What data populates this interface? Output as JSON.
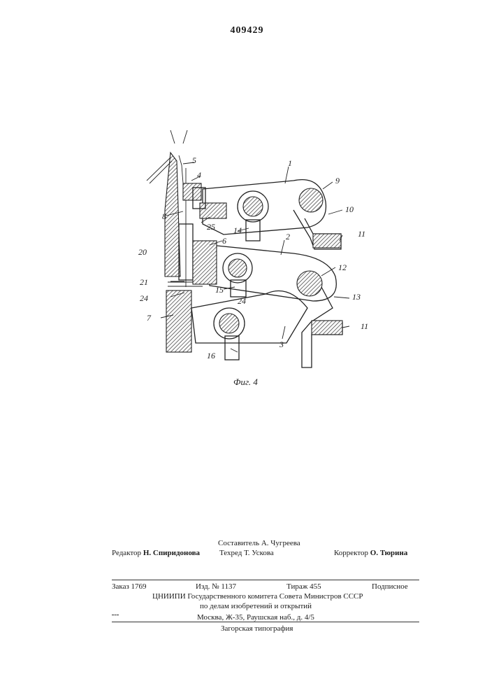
{
  "header": {
    "patent_number": "409429"
  },
  "figure": {
    "caption": "Фиг. 4",
    "labels": {
      "l1": "1",
      "l2": "2",
      "l3": "3",
      "l4": "4",
      "l5": "5",
      "l6": "6",
      "l7": "7",
      "l8": "8",
      "l9": "9",
      "l10": "10",
      "l11a": "11",
      "l11b": "11",
      "l12": "12",
      "l13": "13",
      "l14": "14",
      "l15": "15",
      "l16": "16",
      "l20": "20",
      "l21": "21",
      "l24a": "24",
      "l24b": "24",
      "l25": "25"
    }
  },
  "imprint": {
    "compiler": "Составитель А. Чугреева",
    "editor_label": "Редактор",
    "editor_name": "Н. Спиридонова",
    "techred": "Техред Т. Ускова",
    "corrector_label": "Корректор",
    "corrector_name": "О. Тюрина",
    "order": "Заказ 1769",
    "edition": "Изд. № 1137",
    "print_run": "Тираж 455",
    "subscription": "Подписное",
    "org_line1": "ЦНИИПИ Государственного комитета Совета Министров СССР",
    "org_line2": "по делам изобретений и открытий",
    "address": "Москва, Ж-35, Раушская наб., д. 4/5",
    "printer": "Загорская типография"
  }
}
